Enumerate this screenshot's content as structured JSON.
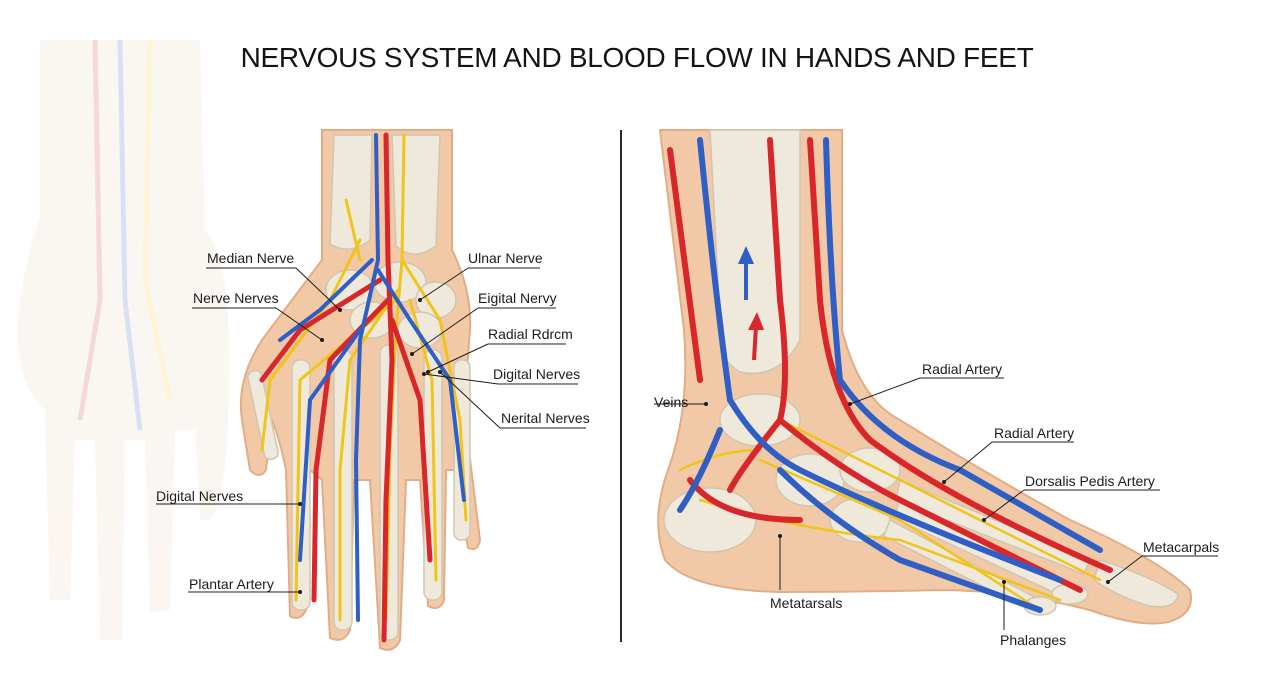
{
  "title": "NERVOUS SYSTEM AND BLOOD FLOW IN HANDS AND FEET",
  "colors": {
    "artery": "#d8262a",
    "vein": "#2f5fc4",
    "nerve": "#f0c419",
    "skin": "#f2c9a6",
    "bone": "#efe9dc"
  },
  "hand": {
    "labels": {
      "median_nerve": "Median Nerve",
      "nerve_nerves": "Nerve Nerves",
      "ulnar_nerve": "Ulnar Nerve",
      "eigital_nervy": "Eigital Nervy",
      "radial_rdrcm": "Radial Rdrcm",
      "digital_nerves_right": "Digital Nerves",
      "nerital_nerves": "Nerital Nerves",
      "digital_nerves_left": "Digital Nerves",
      "plantar_artery": "Plantar Artery"
    }
  },
  "foot": {
    "labels": {
      "veins": "Veins",
      "radial_artery_1": "Radial Artery",
      "radial_artery_2": "Radial Artery",
      "dorsalis_pedis_artery": "Dorsalis Pedis Artery",
      "metacarpals": "Metacarpals",
      "metatarsals": "Metatarsals",
      "phalanges": "Phalanges"
    }
  }
}
